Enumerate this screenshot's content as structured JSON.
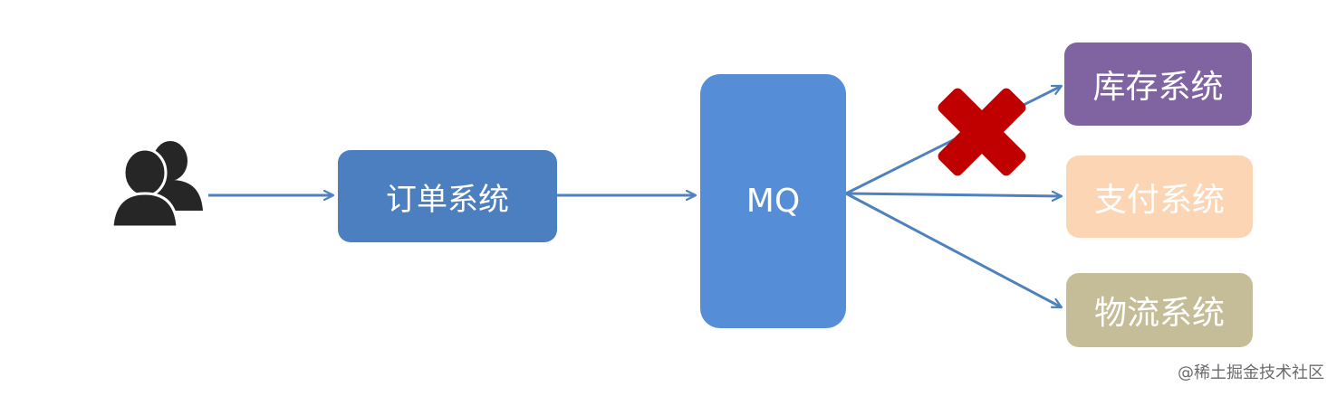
{
  "nodes": {
    "order": {
      "label": "订单系统",
      "color": "#4b7fc0"
    },
    "mq": {
      "label": "MQ",
      "color": "#558ed6"
    },
    "inventory": {
      "label": "库存系统",
      "color": "#8064a2"
    },
    "payment": {
      "label": "支付系统",
      "color": "#fcd5b5"
    },
    "logistics": {
      "label": "物流系统",
      "color": "#c4bd97"
    }
  },
  "colors": {
    "arrow": "#4f81bd",
    "users_icon": "#262626",
    "fail_mark": "#c00000"
  },
  "icons": {
    "users": "users-icon",
    "failure": "cross-icon"
  },
  "watermark": "@稀土掘金技术社区"
}
